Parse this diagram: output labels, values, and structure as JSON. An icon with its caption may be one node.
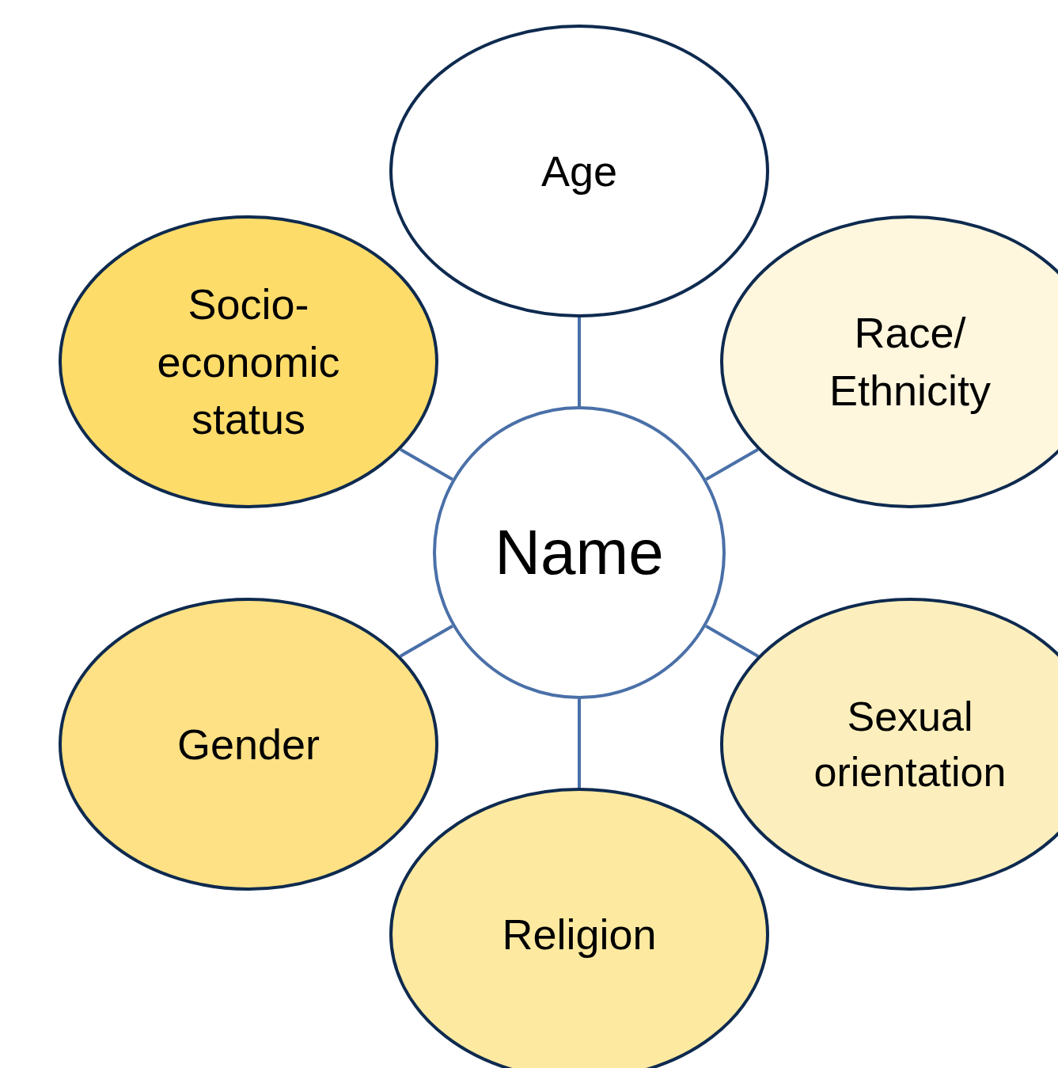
{
  "diagram": {
    "nodes": [
      {
        "text": [
          "Name"
        ]
      },
      {
        "text": [
          "Age"
        ]
      },
      {
        "text": [
          "Race/ Ethnicity"
        ]
      },
      {
        "text": [
          "Sexual orientation"
        ]
      },
      {
        "text": [
          "Religion"
        ]
      },
      {
        "text": [
          "Gender"
        ]
      },
      {
        "text": [
          "Socio- economic status"
        ]
      }
    ],
    "edges": [
      {
        "from": 0,
        "to": 1,
        "arrow": "none"
      },
      {
        "from": 0,
        "to": 2,
        "arrow": "none"
      },
      {
        "from": 0,
        "to": 3,
        "arrow": "none"
      },
      {
        "from": 0,
        "to": 4,
        "arrow": "none"
      },
      {
        "from": 0,
        "to": 5,
        "arrow": "none"
      },
      {
        "from": 0,
        "to": 6,
        "arrow": "none"
      }
    ]
  }
}
